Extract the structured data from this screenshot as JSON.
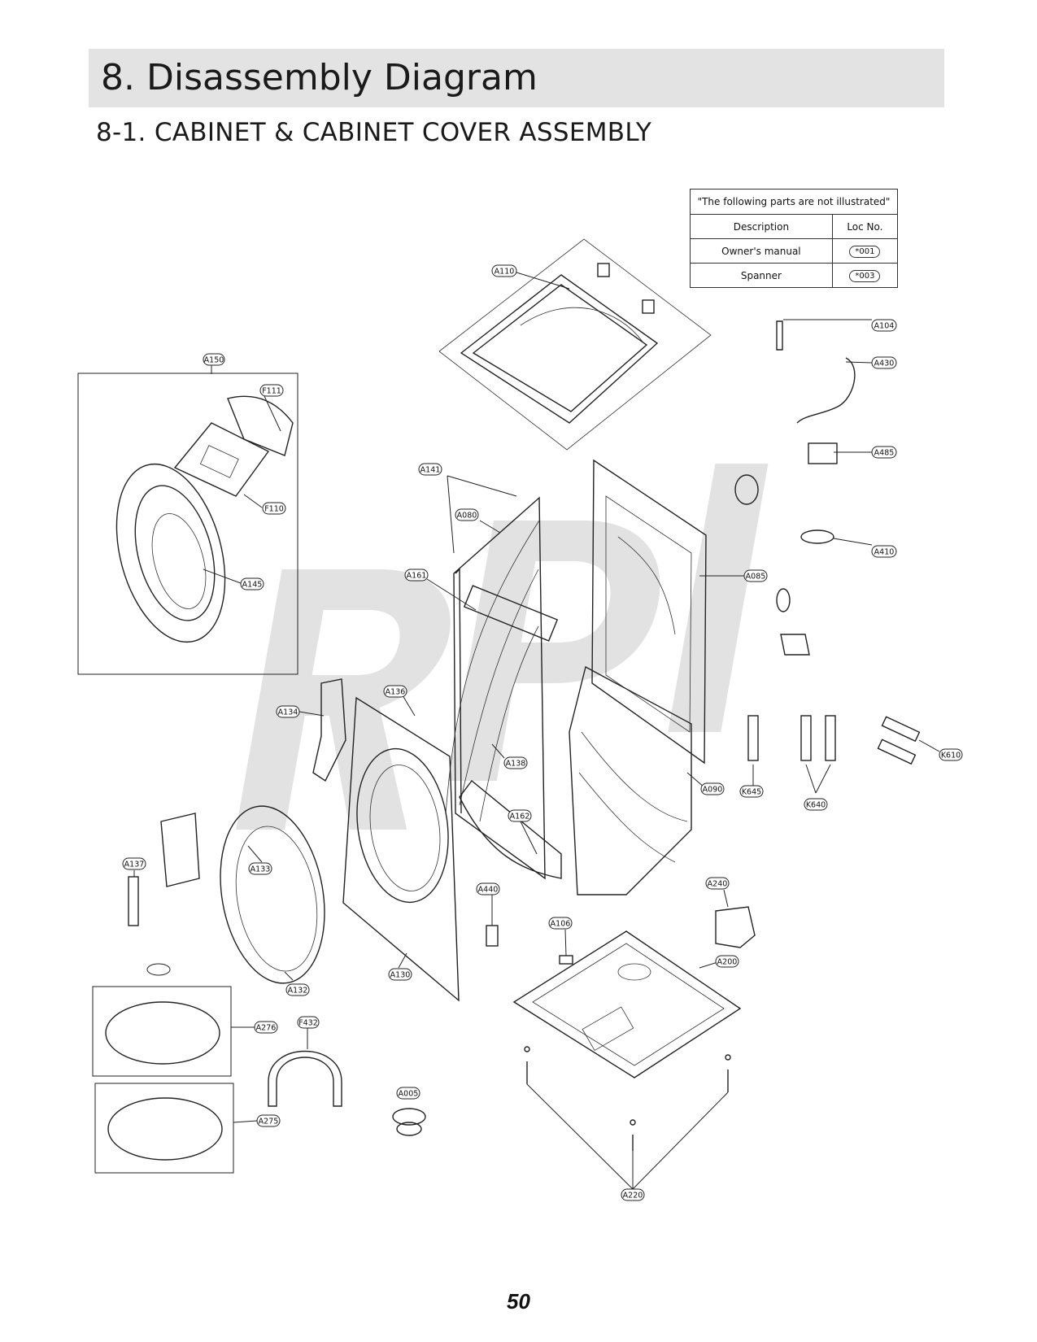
{
  "header": {
    "title": "8. Disassembly Diagram",
    "subtitle": "8-1. CABINET & CABINET COVER ASSEMBLY"
  },
  "notes_table": {
    "caption": "\"The following parts are not illustrated\"",
    "col_description": "Description",
    "col_loc": "Loc No.",
    "rows": [
      {
        "description": "Owner's manual",
        "loc": "*001"
      },
      {
        "description": "Spanner",
        "loc": "*003"
      }
    ]
  },
  "callouts": {
    "a110": "A110",
    "a104": "A104",
    "a430": "A430",
    "a485": "A485",
    "a410": "A410",
    "a150": "A150",
    "f111": "F111",
    "f110": "F110",
    "a145": "A145",
    "a141": "A141",
    "a080": "A080",
    "a161": "A161",
    "a085": "A085",
    "a136": "A136",
    "a134": "A134",
    "a138": "A138",
    "a090": "A090",
    "k645": "K645",
    "k640": "K640",
    "k610": "K610",
    "a162": "A162",
    "a137": "A137",
    "a133": "A133",
    "a440": "A440",
    "a240": "A240",
    "a106": "A106",
    "a200": "A200",
    "a132": "A132",
    "a130": "A130",
    "a276": "A276",
    "f432": "F432",
    "a005": "A005",
    "a275": "A275",
    "a220": "A220"
  },
  "watermark": "RPI",
  "page_number": "50"
}
